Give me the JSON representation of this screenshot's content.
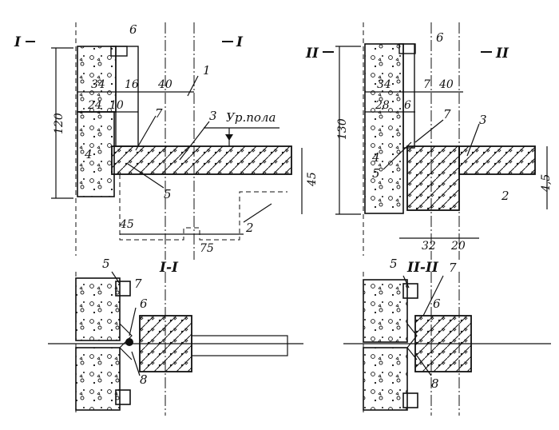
{
  "sections": {
    "left_title": "I",
    "right_title": "II",
    "left_plan_title": "I-I",
    "right_plan_title": "II-II"
  },
  "left": {
    "d34": "34",
    "d16": "16",
    "d40": "40",
    "d24": "24",
    "d10": "10",
    "d120": "120",
    "d45v": "45",
    "d45h": "45",
    "d75": "75",
    "floor_level": "Ур.пола",
    "n1": "1",
    "n2": "2",
    "n3": "3",
    "n4": "4",
    "n5": "5",
    "n6": "6",
    "n7": "7"
  },
  "right": {
    "d34": "34",
    "d7": "7",
    "d40": "40",
    "d28": "28",
    "d6": "6",
    "d130": "130",
    "d45v": "4,5",
    "d32": "32",
    "d20": "20",
    "n2": "2",
    "n3": "3",
    "n4": "4",
    "n5": "5",
    "n6": "6",
    "n7": "7"
  },
  "plan_left": {
    "n5": "5",
    "n6": "6",
    "n7": "7",
    "n8": "8"
  },
  "plan_right": {
    "n5": "5",
    "n6": "6",
    "n7": "7",
    "n8": "8"
  }
}
